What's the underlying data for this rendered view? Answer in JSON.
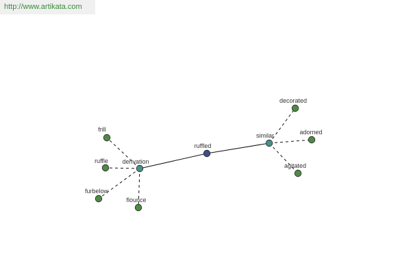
{
  "header": {
    "url": "http://www.artikata.com"
  },
  "colors": {
    "center": "#3b4f8c",
    "hub": "#4b8f8a",
    "leaf": "#4f8a45",
    "url_text": "#3a8a3a"
  },
  "graph": {
    "nodes": [
      {
        "id": "ruffled",
        "label": "ruffled",
        "kind": "center"
      },
      {
        "id": "derivation",
        "label": "derivation",
        "kind": "hub"
      },
      {
        "id": "similar",
        "label": "similar",
        "kind": "hub"
      },
      {
        "id": "frill",
        "label": "frill",
        "kind": "leaf"
      },
      {
        "id": "ruffle",
        "label": "ruffle",
        "kind": "leaf"
      },
      {
        "id": "furbelow",
        "label": "furbelow",
        "kind": "leaf"
      },
      {
        "id": "flounce",
        "label": "flounce",
        "kind": "leaf"
      },
      {
        "id": "decorated",
        "label": "decorated",
        "kind": "leaf"
      },
      {
        "id": "adorned",
        "label": "adorned",
        "kind": "leaf"
      },
      {
        "id": "agitated",
        "label": "agitated",
        "kind": "leaf"
      }
    ],
    "edges": [
      {
        "from": "ruffled",
        "to": "derivation",
        "style": "solid"
      },
      {
        "from": "ruffled",
        "to": "similar",
        "style": "solid"
      },
      {
        "from": "derivation",
        "to": "frill",
        "style": "dashed"
      },
      {
        "from": "derivation",
        "to": "ruffle",
        "style": "dashed"
      },
      {
        "from": "derivation",
        "to": "furbelow",
        "style": "dashed"
      },
      {
        "from": "derivation",
        "to": "flounce",
        "style": "dashed"
      },
      {
        "from": "similar",
        "to": "decorated",
        "style": "dashed"
      },
      {
        "from": "similar",
        "to": "adorned",
        "style": "dashed"
      },
      {
        "from": "similar",
        "to": "agitated",
        "style": "dashed"
      }
    ]
  }
}
